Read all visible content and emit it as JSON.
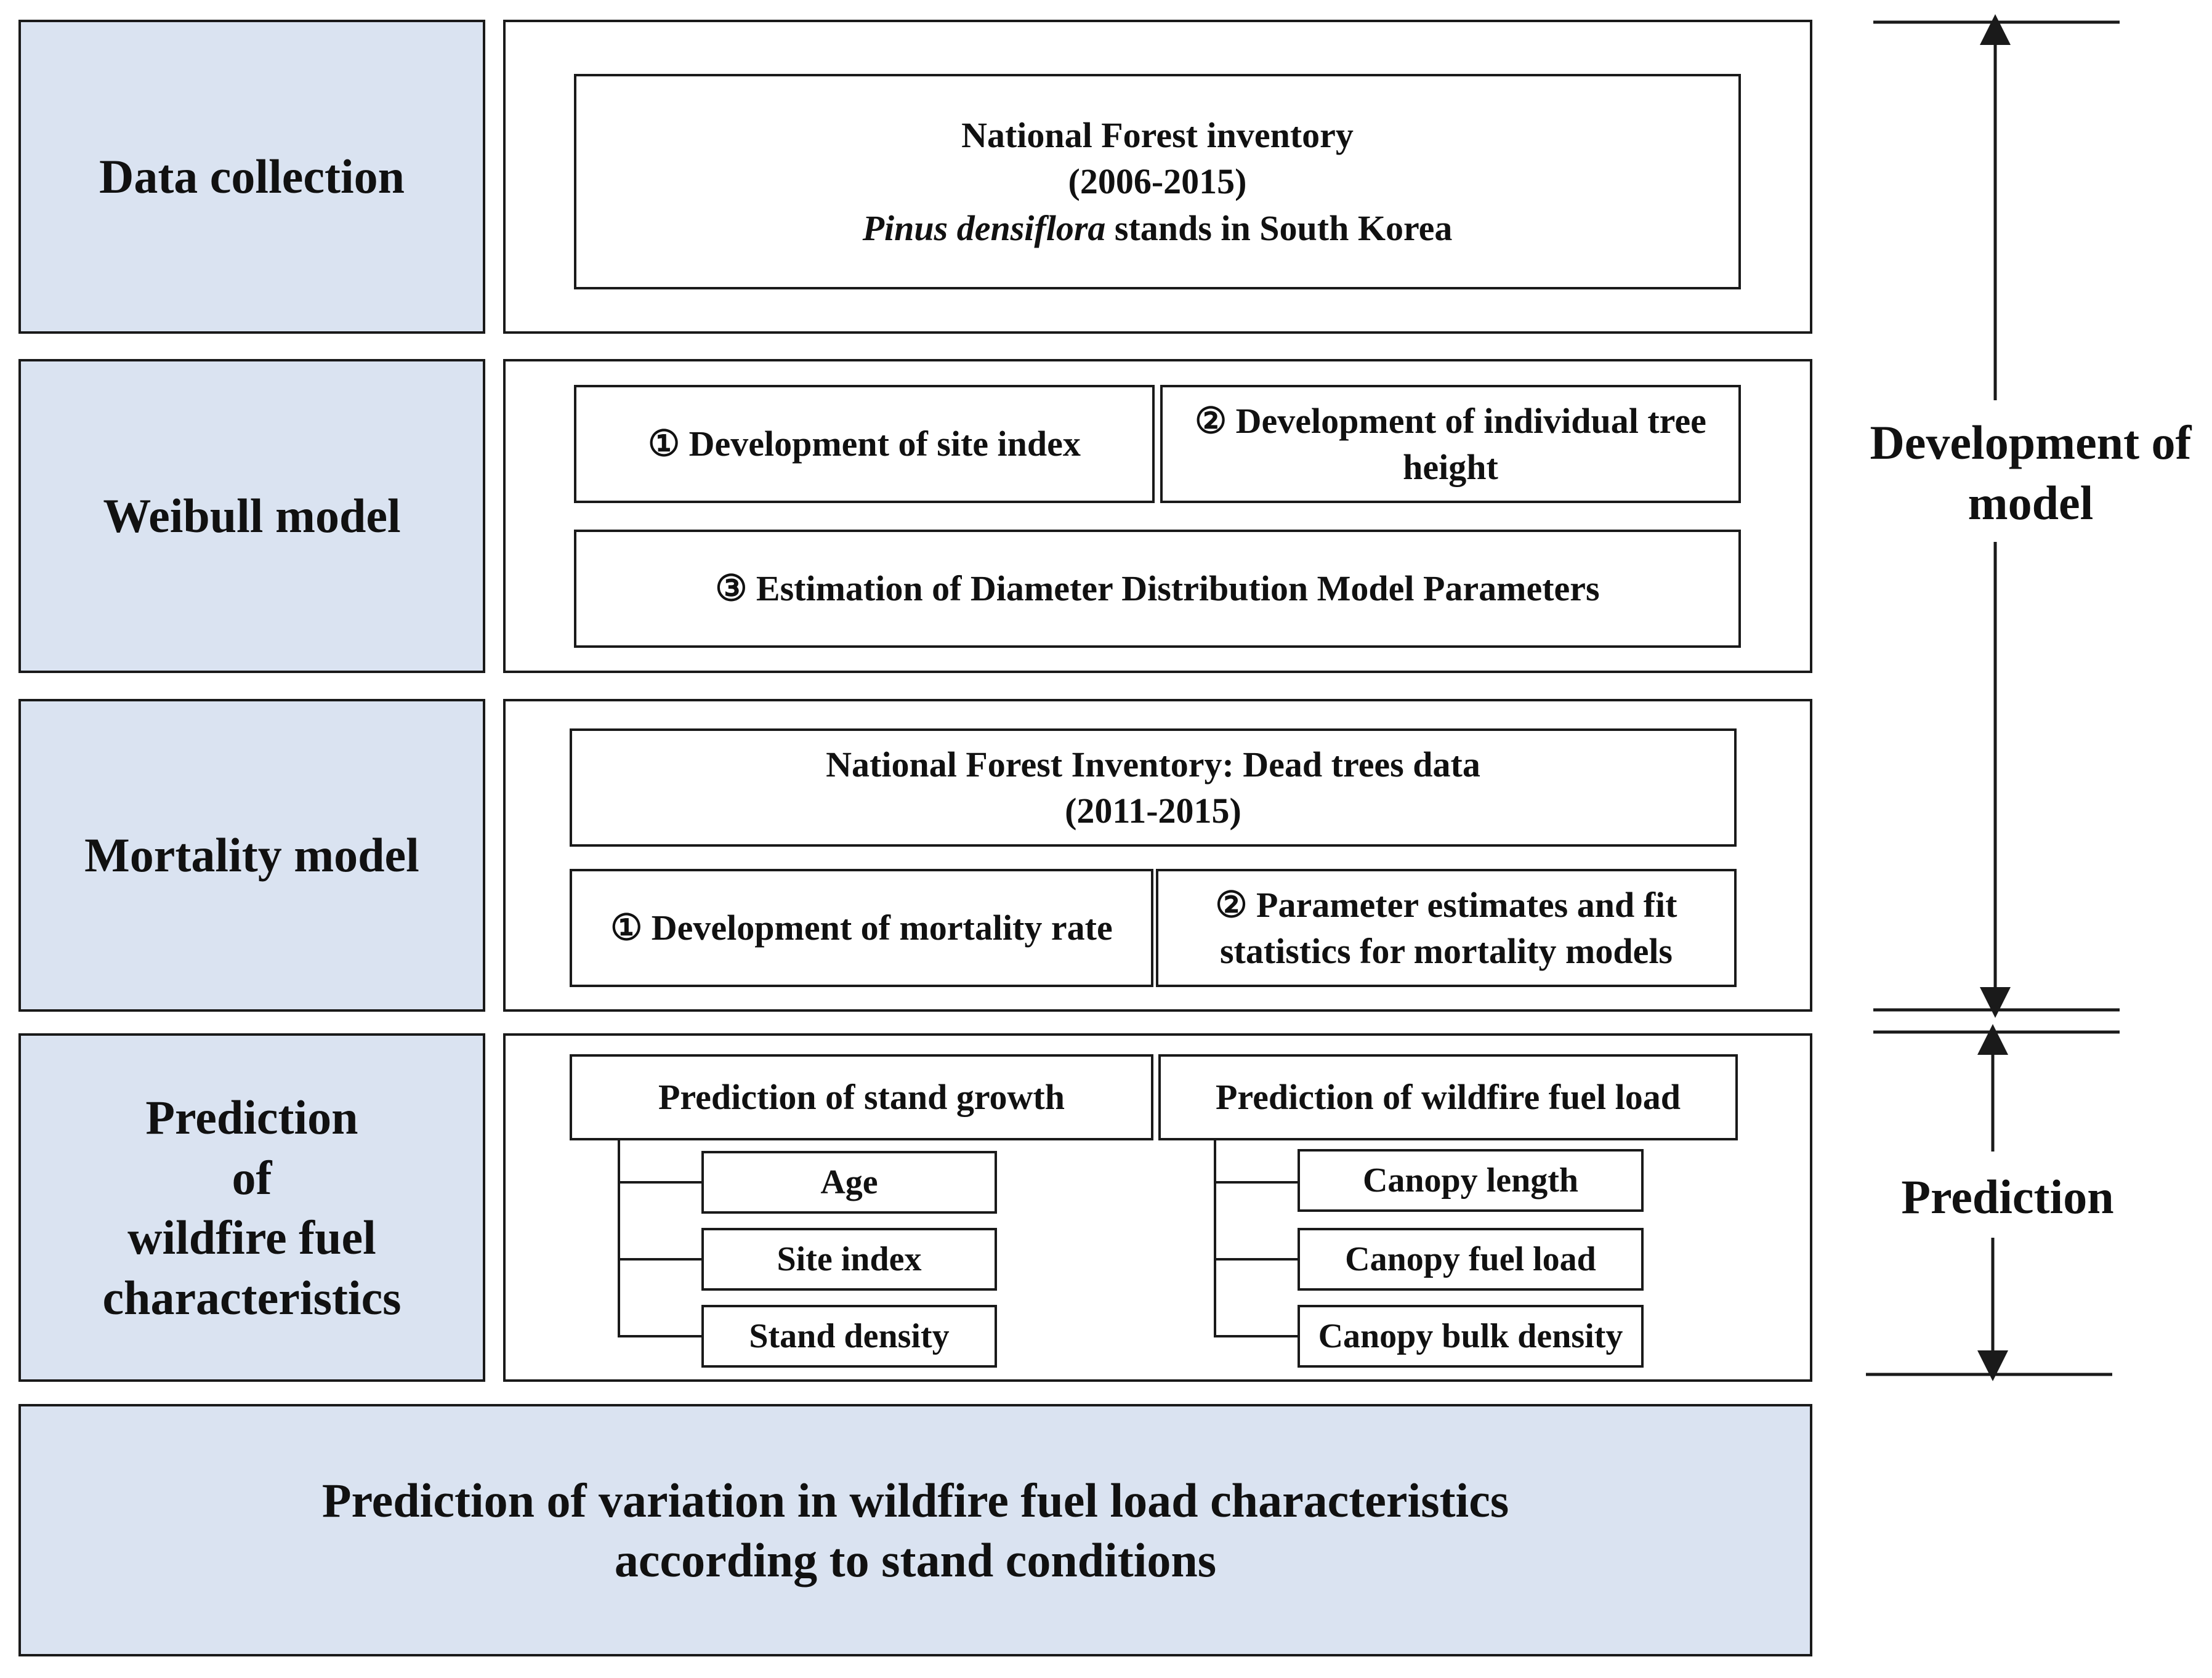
{
  "stages": {
    "data_collection": "Data collection",
    "weibull": "Weibull model",
    "mortality": "Mortality model",
    "prediction_lines": [
      "Prediction",
      "of",
      "wildfire fuel",
      "characteristics"
    ]
  },
  "data_collection": {
    "line1": "National Forest inventory",
    "line2": "(2006-2015)",
    "species": "Pinus densiflora",
    "line3_rest": " stands in South Korea"
  },
  "weibull": {
    "site_index": "① Development of site index",
    "tree_height_line1": "② Development of individual tree",
    "tree_height_line2": "height",
    "diameter": "③ Estimation of Diameter Distribution Model Parameters"
  },
  "mortality": {
    "dead_trees_line1": "National Forest Inventory: Dead trees data",
    "dead_trees_line2": "(2011-2015)",
    "rate": "① Development of mortality rate",
    "params_line1": "② Parameter estimates and fit",
    "params_line2": "statistics for mortality models"
  },
  "prediction": {
    "stand_growth": {
      "title": "Prediction of stand growth",
      "items": [
        "Age",
        "Site index",
        "Stand density"
      ]
    },
    "fuel_load": {
      "title": "Prediction of wildfire fuel load",
      "items": [
        "Canopy length",
        "Canopy fuel load",
        "Canopy bulk density"
      ]
    }
  },
  "final": {
    "line1": "Prediction of variation in wildfire fuel load characteristics",
    "line2": "according to stand conditions"
  },
  "side": {
    "development_line1": "Development of",
    "development_line2": "model",
    "prediction": "Prediction"
  },
  "colors": {
    "stage_fill": "#dae3f1",
    "border": "#1a1a1a"
  }
}
